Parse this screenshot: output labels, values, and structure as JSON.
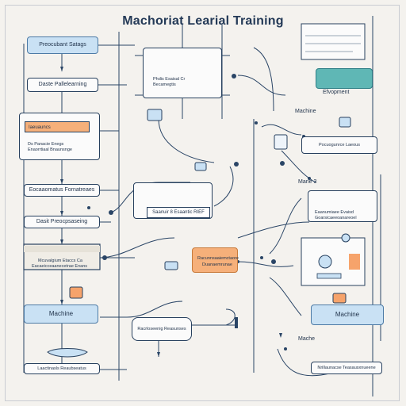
{
  "title": "Machoriat Learial Training",
  "nodes": {
    "preprocessing_stages": "Preocubant Satags",
    "data_pipeline_learning": "Daste Pallelearning",
    "left_panel_tag": "Iaeuauncs",
    "left_panel_text_line1": "Ds Panacie Enegs",
    "left_panel_text_line2": "Enaorrtiaal Bnaunsnge",
    "evaluation_formats": "Eocaaomatus Fornatreaes",
    "data_preprocessing": "Dasit Preocpsaseing",
    "left_mid_text_line1": "Mcuvalgium Etaccs Ca",
    "left_mid_text_line2": "Eacaeicceaanecetrae Enans",
    "machine_left": "Machine",
    "bottom_left_text": "Laactinasls Reaubseatus",
    "center_top_text_line1": "Phdis Esaisal Cr",
    "center_top_text_line2": "Becamegtis",
    "center_mid_box": "Saanuir 8 Esaantic RIEF",
    "center_orange_line1": "Racunnsaaiemctaore",
    "center_orange_line2": "Duanaemrunae",
    "center_bottom_box": "Racrloseenig Reasunses",
    "right_teal_label": "Efvopment",
    "machine_right_top": "Machine",
    "right_mid_text": "Pocuogunrce Laeous",
    "mane_label": "Mane  3",
    "right_mid2_line1": "Eaanumiaee Evaisd",
    "right_mid2_line2": "Goarsicaeeoanareoel",
    "machine_right_bottom": "Machine",
    "mache_label": "Mache",
    "bottom_right_text": "Nrillaunacse Teasausxnueene"
  }
}
